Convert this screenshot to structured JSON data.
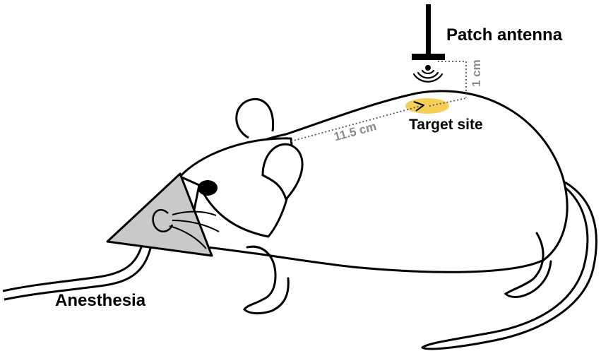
{
  "labels": {
    "antenna": "Patch antenna",
    "anesthesia": "Anesthesia",
    "target": "Target site",
    "distance": "11.5 cm",
    "height": "1 cm"
  },
  "colors": {
    "outline": "#000000",
    "mask_fill": "#c9c9c9",
    "target_fill": "#f5cf57",
    "measure_gray": "#8a8a8a"
  }
}
